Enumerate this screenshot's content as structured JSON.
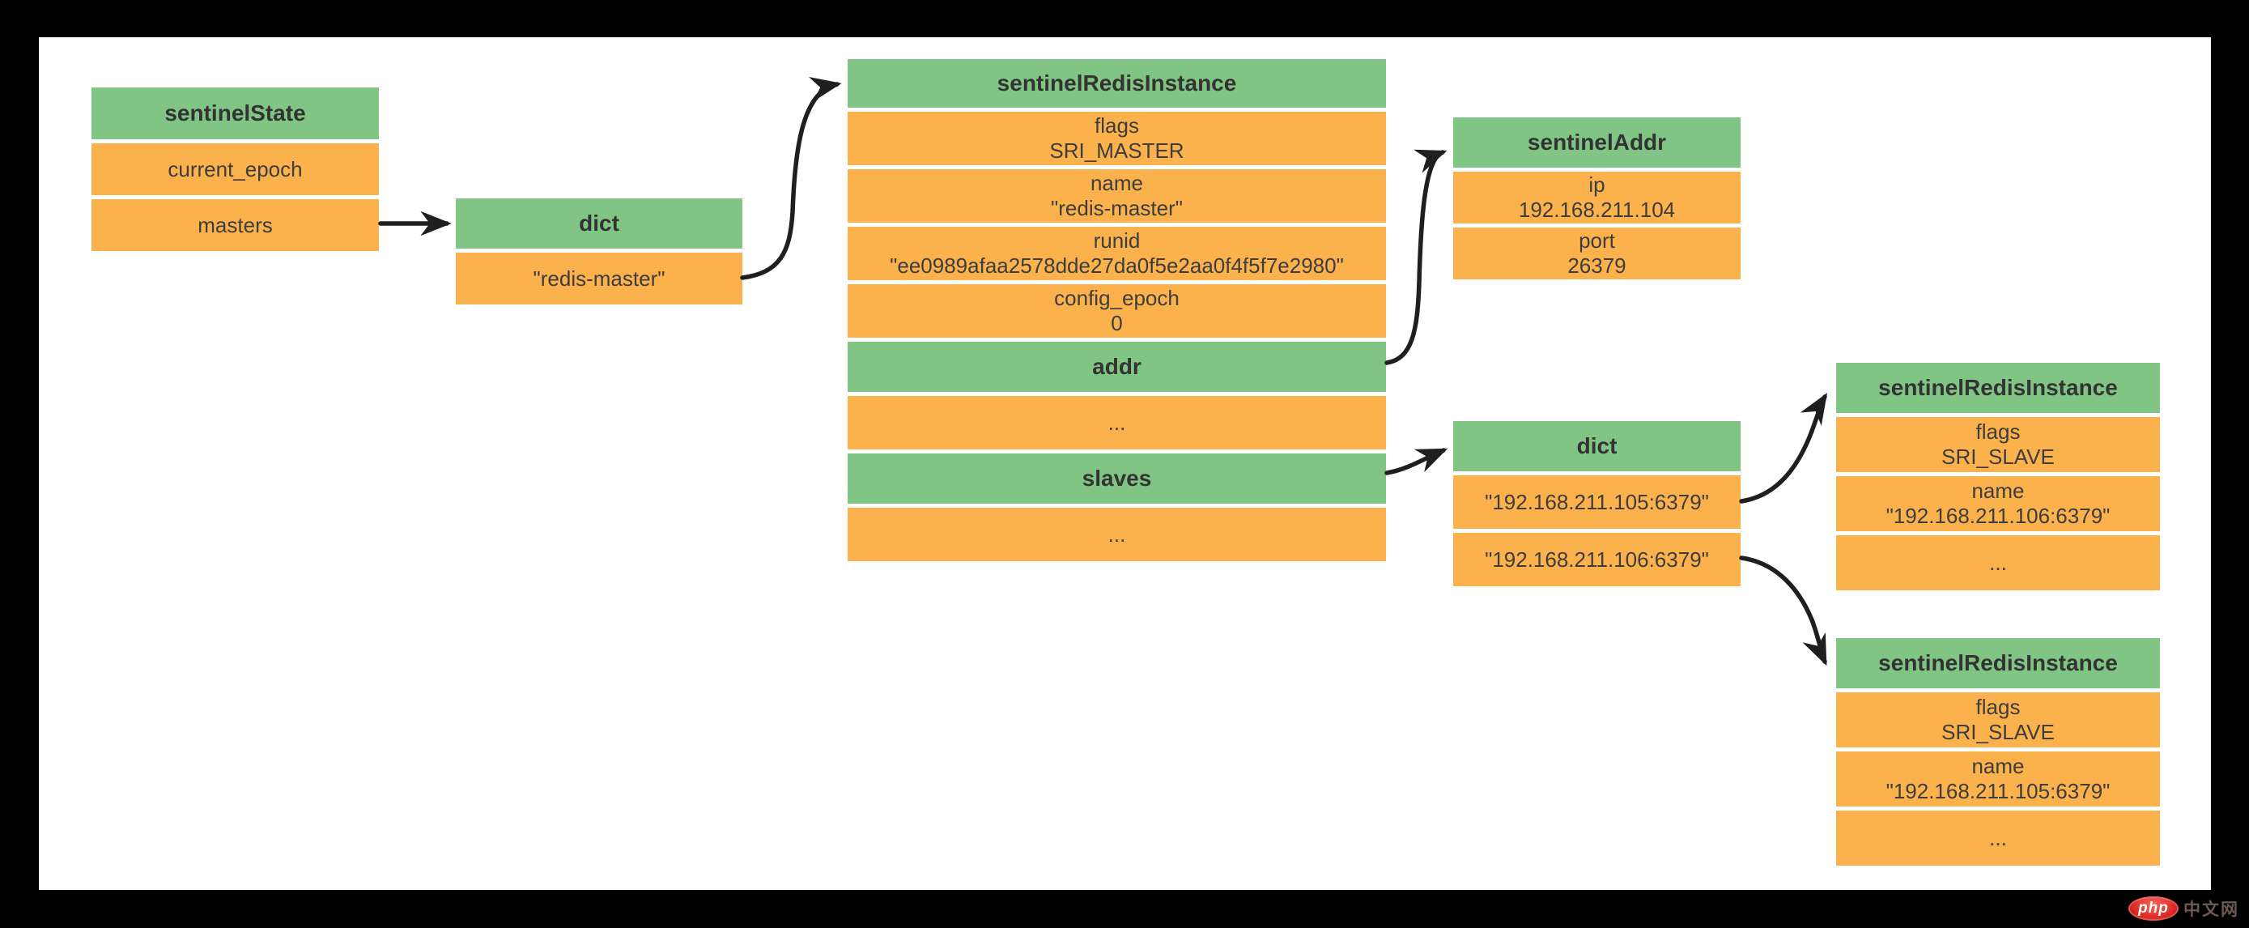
{
  "colors": {
    "header_green": "#80C583",
    "row_orange": "#FBB14C",
    "text": "#3d3d3d",
    "arrow": "#1f1f1f",
    "frame_bg": "#000000",
    "canvas_bg": "#ffffff"
  },
  "nodes": {
    "sentinel_state": {
      "title": "sentinelState",
      "rows": [
        {
          "l1": "current_epoch"
        },
        {
          "l1": "masters"
        }
      ]
    },
    "dict_masters": {
      "title": "dict",
      "rows": [
        {
          "l1": "\"redis-master\""
        }
      ]
    },
    "sri_master": {
      "title": "sentinelRedisInstance",
      "rows": [
        {
          "l1": "flags",
          "l2": "SRI_MASTER"
        },
        {
          "l1": "name",
          "l2": "\"redis-master\""
        },
        {
          "l1": "runid",
          "l2": "\"ee0989afaa2578dde27da0f5e2aa0f4f5f7e2980\""
        },
        {
          "l1": "config_epoch",
          "l2": "0"
        },
        {
          "header": "addr"
        },
        {
          "l1": "..."
        },
        {
          "header": "slaves"
        },
        {
          "l1": "..."
        }
      ]
    },
    "sentinel_addr": {
      "title": "sentinelAddr",
      "rows": [
        {
          "l1": "ip",
          "l2": "192.168.211.104"
        },
        {
          "l1": "port",
          "l2": "26379"
        }
      ]
    },
    "dict_slaves": {
      "title": "dict",
      "rows": [
        {
          "l1": "\"192.168.211.105:6379\""
        },
        {
          "l1": "\"192.168.211.106:6379\""
        }
      ]
    },
    "sri_slave_top": {
      "title": "sentinelRedisInstance",
      "rows": [
        {
          "l1": "flags",
          "l2": "SRI_SLAVE"
        },
        {
          "l1": "name",
          "l2": "\"192.168.211.106:6379\""
        },
        {
          "l1": "..."
        }
      ]
    },
    "sri_slave_bottom": {
      "title": "sentinelRedisInstance",
      "rows": [
        {
          "l1": "flags",
          "l2": "SRI_SLAVE"
        },
        {
          "l1": "name",
          "l2": "\"192.168.211.105:6379\""
        },
        {
          "l1": "..."
        }
      ]
    }
  },
  "watermark": {
    "brand": "php",
    "suffix": "中文网"
  }
}
